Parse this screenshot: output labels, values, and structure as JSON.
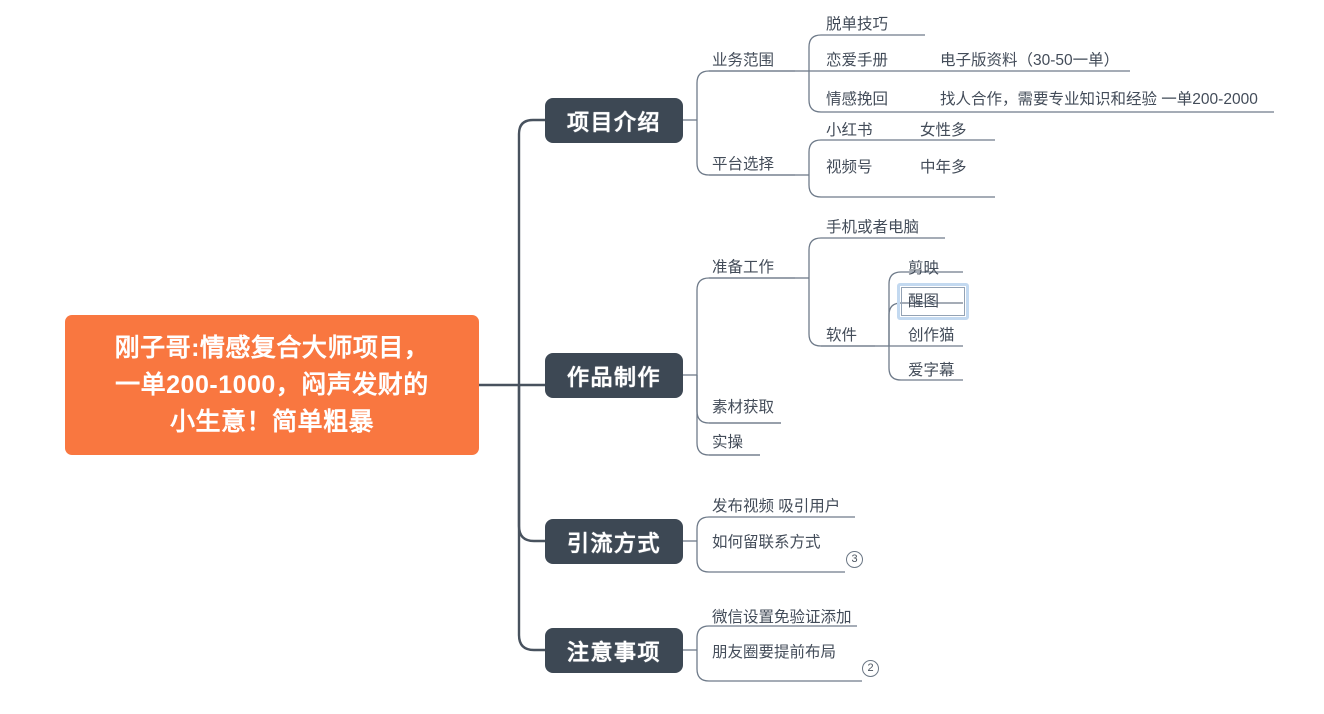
{
  "colors": {
    "root_fill": "#f97740",
    "root_text": "#ffffff",
    "branch_fill": "#3d4854",
    "branch_text": "#ffffff",
    "label_text": "#434c59",
    "connector_main": "#48525e",
    "connector_sub": "#6f7b8a",
    "selection_border": "#c3d9f0",
    "canvas_bg": "#ffffff"
  },
  "root": {
    "text": "刚子哥:情感复合大师项目，\n一单200-1000，闷声发财的\n小生意！简单粗暴"
  },
  "branches": [
    {
      "id": "branch-1",
      "label": "项目介绍",
      "children": [
        {
          "label": "业务范围",
          "children": [
            {
              "label": "脱单技巧",
              "detail": ""
            },
            {
              "label": "恋爱手册",
              "detail": "电子版资料（30-50一单）"
            },
            {
              "label": "情感挽回",
              "detail": "找人合作，需要专业知识和经验 一单200-2000"
            }
          ]
        },
        {
          "label": "平台选择",
          "children": [
            {
              "label": "小红书",
              "detail": "女性多"
            },
            {
              "label": "视频号",
              "detail": "中年多"
            }
          ]
        }
      ]
    },
    {
      "id": "branch-2",
      "label": "作品制作",
      "children": [
        {
          "label": "准备工作",
          "children": [
            {
              "label": "手机或者电脑",
              "detail": ""
            },
            {
              "label": "软件",
              "detail": "",
              "children": [
                {
                  "label": "剪映",
                  "selected": false
                },
                {
                  "label": "醒图",
                  "selected": true
                },
                {
                  "label": "创作猫",
                  "selected": false
                },
                {
                  "label": "爱字幕",
                  "selected": false
                }
              ]
            }
          ]
        },
        {
          "label": "素材获取",
          "children": []
        },
        {
          "label": "实操",
          "children": []
        }
      ]
    },
    {
      "id": "branch-3",
      "label": "引流方式",
      "children": [
        {
          "label": "发布视频 吸引用户",
          "children": []
        },
        {
          "label": "如何留联系方式",
          "children": [],
          "badge": "3"
        }
      ]
    },
    {
      "id": "branch-4",
      "label": "注意事项",
      "children": [
        {
          "label": "微信设置免验证添加",
          "children": []
        },
        {
          "label": "朋友圈要提前布局",
          "children": [],
          "badge": "2"
        }
      ]
    }
  ],
  "badges": {
    "branch_3": "3",
    "branch_4": "2"
  }
}
